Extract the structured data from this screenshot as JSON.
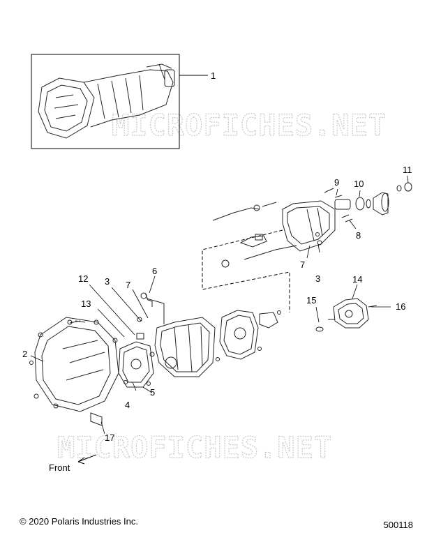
{
  "watermark": "MICROFICHES.NET",
  "front_label": "Front",
  "copyright": "© 2020 Polaris Industries Inc.",
  "diagram_number": "500118",
  "callouts": [
    {
      "id": "1",
      "text": "1"
    },
    {
      "id": "2",
      "text": "2"
    },
    {
      "id": "3a",
      "text": "3"
    },
    {
      "id": "3b",
      "text": "3"
    },
    {
      "id": "4",
      "text": "4"
    },
    {
      "id": "5",
      "text": "5"
    },
    {
      "id": "6",
      "text": "6"
    },
    {
      "id": "7a",
      "text": "7"
    },
    {
      "id": "7b",
      "text": "7"
    },
    {
      "id": "8",
      "text": "8"
    },
    {
      "id": "9",
      "text": "9"
    },
    {
      "id": "10",
      "text": "10"
    },
    {
      "id": "11",
      "text": "11"
    },
    {
      "id": "12",
      "text": "12"
    },
    {
      "id": "13",
      "text": "13"
    },
    {
      "id": "14",
      "text": "14"
    },
    {
      "id": "15",
      "text": "15"
    },
    {
      "id": "16",
      "text": "16"
    },
    {
      "id": "17",
      "text": "17"
    }
  ]
}
